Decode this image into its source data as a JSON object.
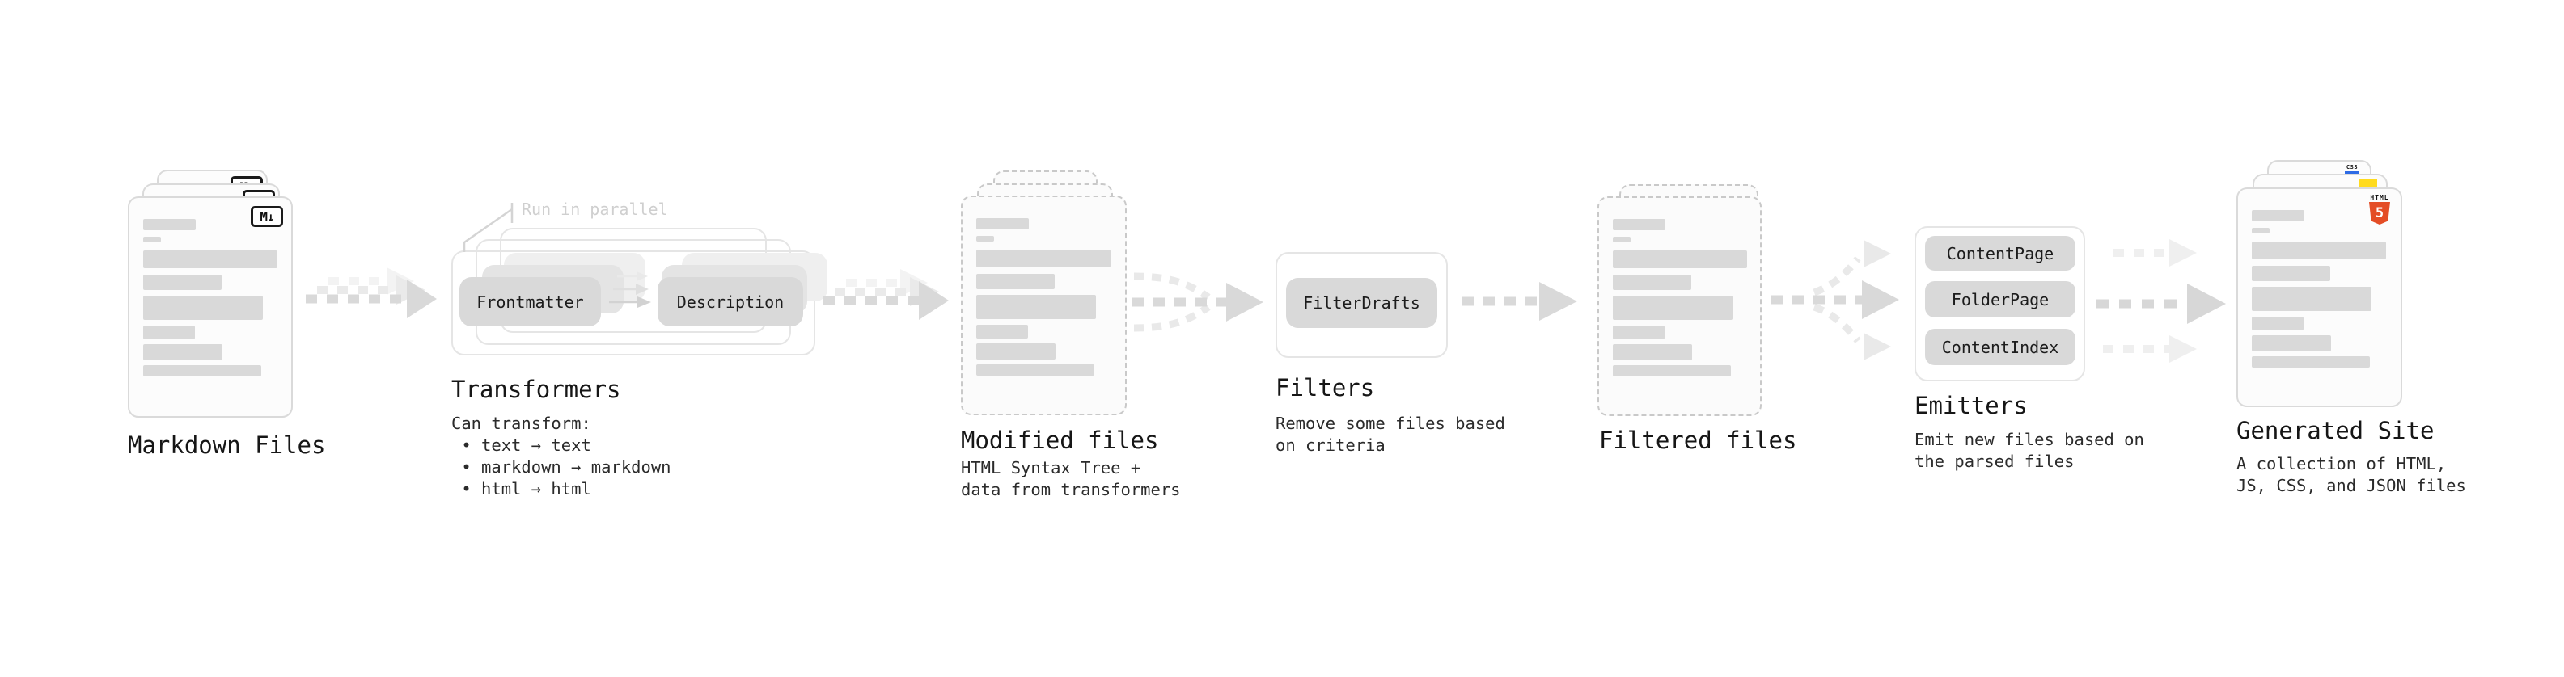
{
  "diagram": {
    "stages": [
      {
        "title": "Markdown Files",
        "badge": "M↓"
      },
      {
        "title": "Transformers",
        "note": "Run in parallel",
        "pills": [
          "Frontmatter",
          "Description"
        ],
        "description": "Can transform:\n • text → text\n • markdown → markdown\n • html → html"
      },
      {
        "title": "Modified files",
        "description": "HTML Syntax Tree +\ndata from transformers"
      },
      {
        "title": "Filters",
        "pills": [
          "FilterDrafts"
        ],
        "description": "Remove some files based\non criteria"
      },
      {
        "title": "Filtered files"
      },
      {
        "title": "Emitters",
        "pills": [
          "ContentPage",
          "FolderPage",
          "ContentIndex"
        ],
        "description": "Emit new files based on\nthe parsed files"
      },
      {
        "title": "Generated Site",
        "badges": {
          "html_label": "HTML",
          "html_number": "5",
          "css_label": "CSS"
        },
        "description": "A collection of HTML,\nJS, CSS, and JSON files"
      }
    ],
    "edges": [
      {
        "from": "Markdown Files",
        "to": "Transformers",
        "style": "staggered-dashed"
      },
      {
        "from": "Transformers",
        "to": "Modified files",
        "style": "staggered-dashed"
      },
      {
        "from": "Modified files",
        "to": "Filters",
        "style": "converging-dashed"
      },
      {
        "from": "Filters",
        "to": "Filtered files",
        "style": "dashed"
      },
      {
        "from": "Filtered files",
        "to": "Emitters",
        "style": "diverging-dashed"
      },
      {
        "from": "Emitters",
        "to": "Generated Site",
        "style": "triple-dashed"
      }
    ]
  },
  "colors": {
    "arrow_dark": "#d9d9d9",
    "arrow_light": "#ececec",
    "pill": "#d9d9d9",
    "doc_bar": "#d9d9d9",
    "html5_orange": "#e44d26",
    "js_yellow": "#ffdb1e",
    "css_blue": "#2e6be5",
    "note_gray": "#cfcfcf"
  }
}
